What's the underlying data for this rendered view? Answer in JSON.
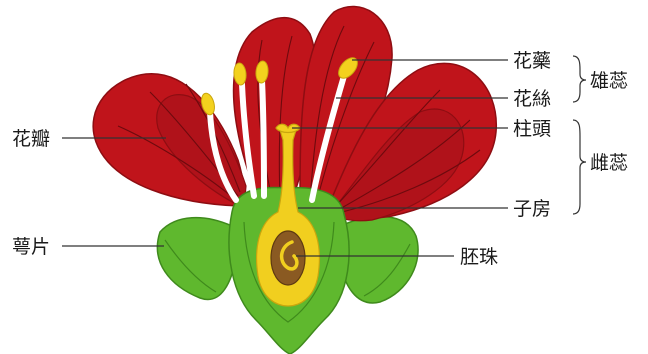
{
  "labels": {
    "anther": "花藥",
    "filament": "花絲",
    "stigma": "柱頭",
    "ovary": "子房",
    "ovule": "胚珠",
    "petal": "花瓣",
    "sepal": "萼片"
  },
  "groups": {
    "stamen": "雄蕊",
    "pistil": "雌蕊"
  },
  "colors": {
    "petal": "#c0141b",
    "petal_dark": "#8e0d12",
    "receptacle": "#5fb82e",
    "receptacle_dark": "#3f8a1c",
    "pistil": "#f1cf1f",
    "anther": "#f3d11e",
    "filament": "#ffffff",
    "ovule": "#8a5a22",
    "leader_line": "#333333"
  }
}
